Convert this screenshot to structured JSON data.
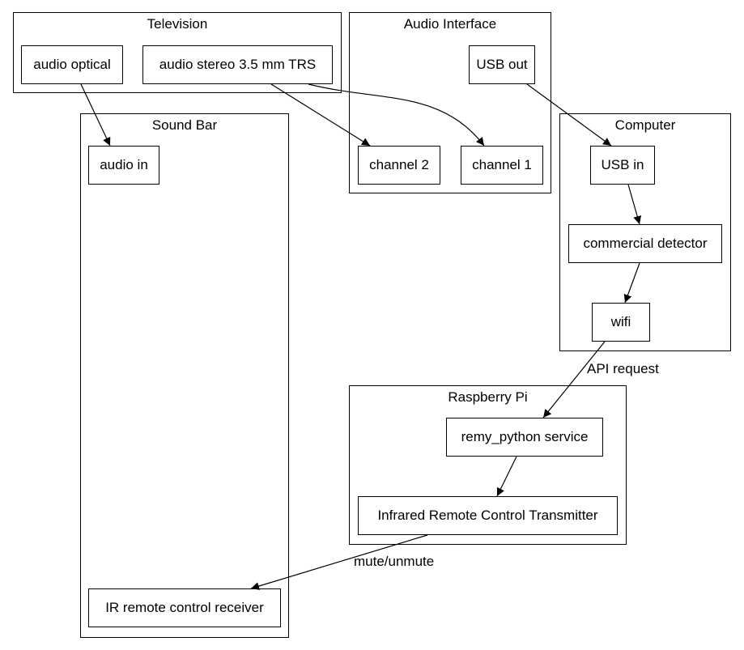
{
  "clusters": {
    "television": "Television",
    "audio_interface": "Audio Interface",
    "sound_bar": "Sound Bar",
    "computer": "Computer",
    "raspberry_pi": "Raspberry Pi"
  },
  "nodes": {
    "audio_optical": "audio optical",
    "audio_stereo": "audio stereo 3.5 mm TRS",
    "usb_out": "USB out",
    "audio_in": "audio in",
    "channel_2": "channel 2",
    "channel_1": "channel 1",
    "usb_in": "USB in",
    "commercial_detector": "commercial detector",
    "wifi": "wifi",
    "remy_python_service": "remy_python service",
    "ir_transmitter": "Infrared Remote Control Transmitter",
    "ir_receiver": "IR remote control receiver"
  },
  "edge_labels": {
    "api_request": "API request",
    "mute_unmute": "mute/unmute"
  }
}
